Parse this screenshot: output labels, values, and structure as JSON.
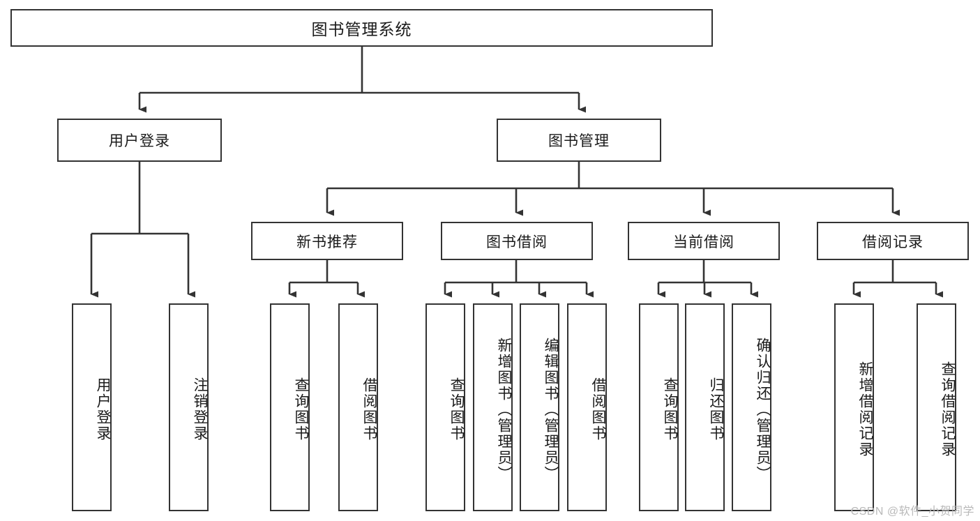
{
  "diagram": {
    "type": "tree",
    "title": "图书管理系统",
    "root": {
      "id": "root",
      "label": "图书管理系统"
    },
    "level1": [
      {
        "id": "user-login",
        "label": "用户登录"
      },
      {
        "id": "book-management",
        "label": "图书管理"
      }
    ],
    "level2": [
      {
        "id": "new-book-recommend",
        "label": "新书推荐",
        "parent": "book-management"
      },
      {
        "id": "book-borrow",
        "label": "图书借阅",
        "parent": "book-management"
      },
      {
        "id": "current-borrow",
        "label": "当前借阅",
        "parent": "book-management"
      },
      {
        "id": "borrow-record",
        "label": "借阅记录",
        "parent": "book-management"
      }
    ],
    "leaves": {
      "user_login": [
        {
          "id": "leaf-user-login",
          "label": "用户登录"
        },
        {
          "id": "leaf-logout-login",
          "label": "注销登录"
        }
      ],
      "new_book_recommend": [
        {
          "id": "leaf-query-book-1",
          "label": "查询图书"
        },
        {
          "id": "leaf-borrow-book-1",
          "label": "借阅图书"
        }
      ],
      "book_borrow": [
        {
          "id": "leaf-query-book-2",
          "label": "查询图书"
        },
        {
          "id": "leaf-add-book",
          "label": "新增图书（管理员）"
        },
        {
          "id": "leaf-edit-book",
          "label": "编辑图书（管理员）"
        },
        {
          "id": "leaf-borrow-book-2",
          "label": "借阅图书"
        }
      ],
      "current_borrow": [
        {
          "id": "leaf-query-book-3",
          "label": "查询图书"
        },
        {
          "id": "leaf-return-book",
          "label": "归还图书"
        },
        {
          "id": "leaf-confirm-return",
          "label": "确认归还（管理员）"
        }
      ],
      "borrow_record": [
        {
          "id": "leaf-add-record",
          "label": "新增借阅记录"
        },
        {
          "id": "leaf-query-record",
          "label": "查询借阅记录"
        }
      ]
    }
  },
  "watermark": {
    "text": "CSDN @软件_小贺同学"
  },
  "colors": {
    "border": "#333333",
    "background": "#ffffff",
    "text": "#1a1a1a",
    "watermark": "#b9b9b9"
  }
}
